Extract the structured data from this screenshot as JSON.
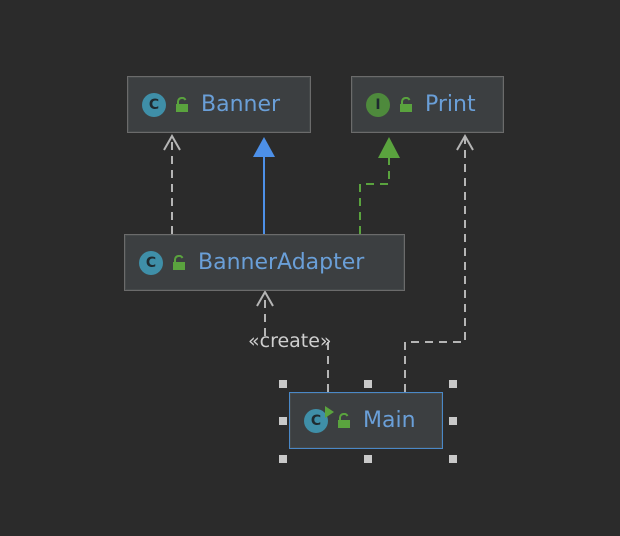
{
  "nodes": {
    "banner": {
      "label": "Banner",
      "kind": "class",
      "badge_letter": "C"
    },
    "print": {
      "label": "Print",
      "kind": "interface",
      "badge_letter": "I"
    },
    "banner_adapter": {
      "label": "BannerAdapter",
      "kind": "class",
      "badge_letter": "C"
    },
    "main": {
      "label": "Main",
      "kind": "class",
      "badge_letter": "C"
    }
  },
  "edges": {
    "create_label": "«create»"
  },
  "colors": {
    "background": "#2b2b2b",
    "inheritance": "#4d90e8",
    "realization": "#5aa33e",
    "dependency": "#b5b5b5",
    "selection": "#4a88c7"
  },
  "icons": [
    "class-icon",
    "interface-icon",
    "lock-icon",
    "run-icon"
  ]
}
